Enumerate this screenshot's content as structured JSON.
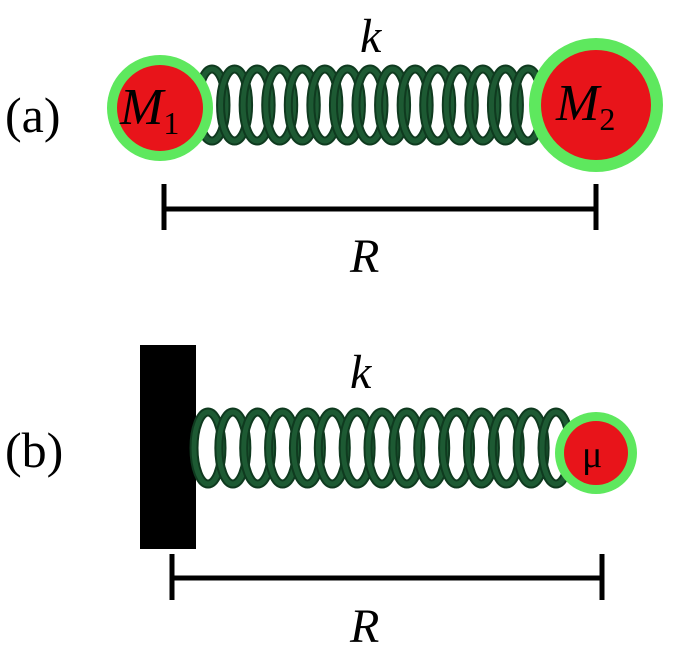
{
  "panels": [
    {
      "tag": "(a)",
      "spring_constant": "k",
      "separation": "R",
      "masses": [
        {
          "symbol": "M",
          "subscript": "1"
        },
        {
          "symbol": "M",
          "subscript": "2"
        }
      ]
    },
    {
      "tag": "(b)",
      "spring_constant": "k",
      "separation": "R",
      "masses": [
        {
          "symbol": "μ",
          "subscript": ""
        }
      ]
    }
  ],
  "colors": {
    "mass_fill": "#e8141a",
    "mass_ring": "#5ee85e",
    "spring": "#1d5a33",
    "spring_dark": "#0f3a1f",
    "wall": "#000000",
    "line": "#000000"
  }
}
